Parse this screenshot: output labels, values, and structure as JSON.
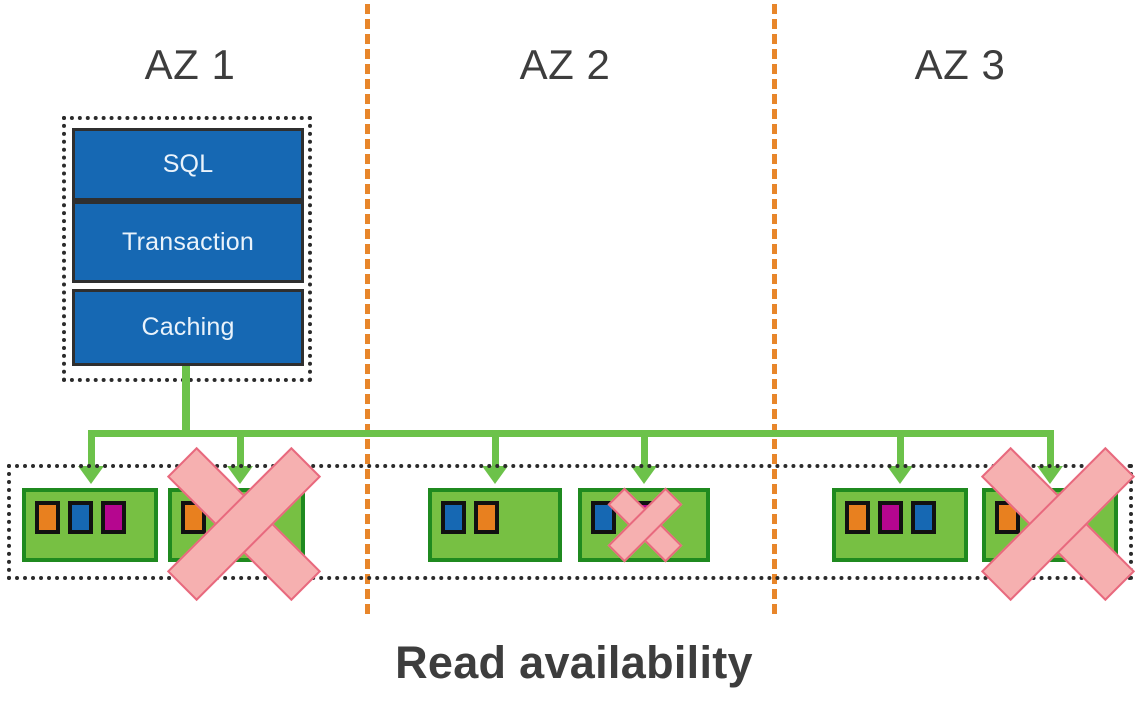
{
  "diagram": {
    "caption": "Read availability",
    "colors": {
      "node_fill": "#77c043",
      "node_border": "#1f8a1f",
      "service_fill": "#1668b3",
      "service_border": "#2f2f2f",
      "divider": "#e8862a",
      "connector": "#6cc24a",
      "failure_fill": "#f6b0b0",
      "failure_stroke": "#e8697e",
      "chip_orange": "#e8801f",
      "chip_blue": "#1668b3",
      "chip_magenta": "#b5068f",
      "text": "#3d3d3d"
    },
    "zones": [
      {
        "id": "az1",
        "label": "AZ 1"
      },
      {
        "id": "az2",
        "label": "AZ 2"
      },
      {
        "id": "az3",
        "label": "AZ 3"
      }
    ],
    "service_stack": {
      "title": "AZ 1 service stack",
      "boxes": [
        {
          "label": "SQL"
        },
        {
          "label": "Transaction"
        },
        {
          "label": "Caching"
        }
      ]
    },
    "nodes": [
      {
        "id": "az1-node-1",
        "zone": "AZ 1",
        "chips": [
          "orange",
          "blue",
          "magenta"
        ],
        "failed": false,
        "failure_scope": "none"
      },
      {
        "id": "az1-node-2",
        "zone": "AZ 1",
        "chips": [
          "orange",
          "blue",
          "magenta"
        ],
        "failed": true,
        "failure_scope": "node"
      },
      {
        "id": "az2-node-1",
        "zone": "AZ 2",
        "chips": [
          "blue",
          "orange"
        ],
        "failed": false,
        "failure_scope": "none"
      },
      {
        "id": "az2-node-2",
        "zone": "AZ 2",
        "chips": [
          "blue",
          "magenta"
        ],
        "failed": false,
        "failure_scope": "chip"
      },
      {
        "id": "az3-node-1",
        "zone": "AZ 3",
        "chips": [
          "orange",
          "magenta",
          "blue"
        ],
        "failed": false,
        "failure_scope": "none"
      },
      {
        "id": "az3-node-2",
        "zone": "AZ 3",
        "chips": [
          "orange",
          "magenta",
          "blue"
        ],
        "failed": true,
        "failure_scope": "node"
      }
    ],
    "connector_arrows": [
      {
        "target": "az1-node-1"
      },
      {
        "target": "az1-node-2"
      },
      {
        "target": "az2-node-1"
      },
      {
        "target": "az2-node-2"
      },
      {
        "target": "az3-node-1"
      },
      {
        "target": "az3-node-2"
      }
    ]
  }
}
